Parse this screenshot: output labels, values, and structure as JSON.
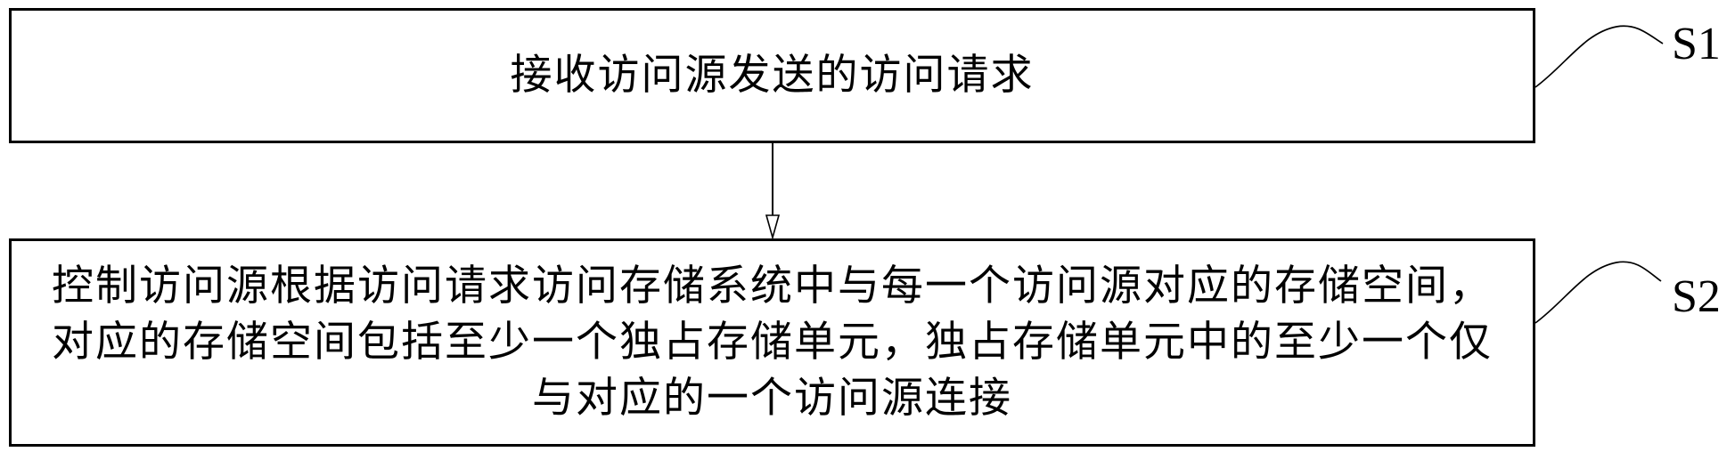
{
  "figure": {
    "background_color": "#ffffff",
    "line_color": "#000000",
    "type": "flowchart"
  },
  "steps": [
    {
      "label": "S1",
      "text_lines": [
        "接收访问源发送的访问请求"
      ]
    },
    {
      "label": "S2",
      "text_lines": [
        "控制访问源根据访问请求访问存储系统中与每一个访问源对应的存储空间，",
        "对应的存储空间包括至少一个独占存储单元，独占存储单元中的至少一个仅",
        "与对应的一个访问源连接"
      ]
    }
  ],
  "connector": {
    "description": "arrow-down"
  }
}
